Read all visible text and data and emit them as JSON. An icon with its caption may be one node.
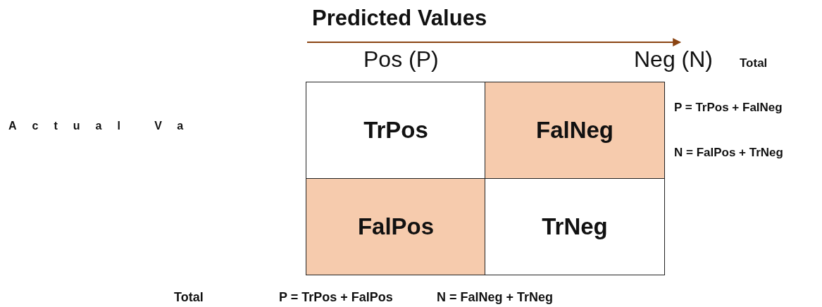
{
  "diagram": {
    "title": "Predicted Values",
    "nodes": [
      {
        "text": [
          "TrPos"
        ]
      },
      {
        "text": [
          "FalNeg"
        ]
      },
      {
        "text": [
          "FalPos"
        ]
      },
      {
        "text": [
          "TrNeg"
        ]
      }
    ],
    "labels": [
      "Pos (P)",
      "Neg (N)",
      "Total",
      "P = TrPos + FalNeg",
      "N = FalPos + TrNeg",
      "Actual Va",
      "Total",
      "P = TrPos + FalPos",
      "N = FalNeg + TrNeg"
    ]
  }
}
